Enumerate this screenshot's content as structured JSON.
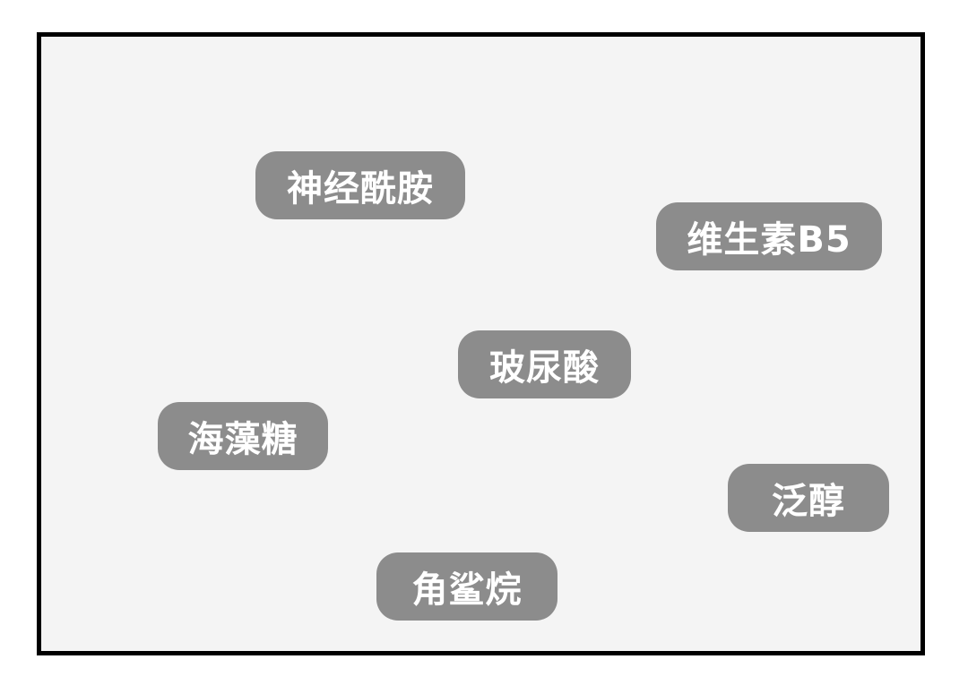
{
  "colors": {
    "tag_background": "#8c8c8c",
    "tag_text": "#ffffff",
    "panel_background": "#f4f4f4",
    "panel_border": "#000000"
  },
  "tags": [
    {
      "label": "神经酰胺"
    },
    {
      "label": "维生素B5"
    },
    {
      "label": "玻尿酸"
    },
    {
      "label": "海藻糖"
    },
    {
      "label": "泛醇"
    },
    {
      "label": "角鲨烷"
    }
  ]
}
